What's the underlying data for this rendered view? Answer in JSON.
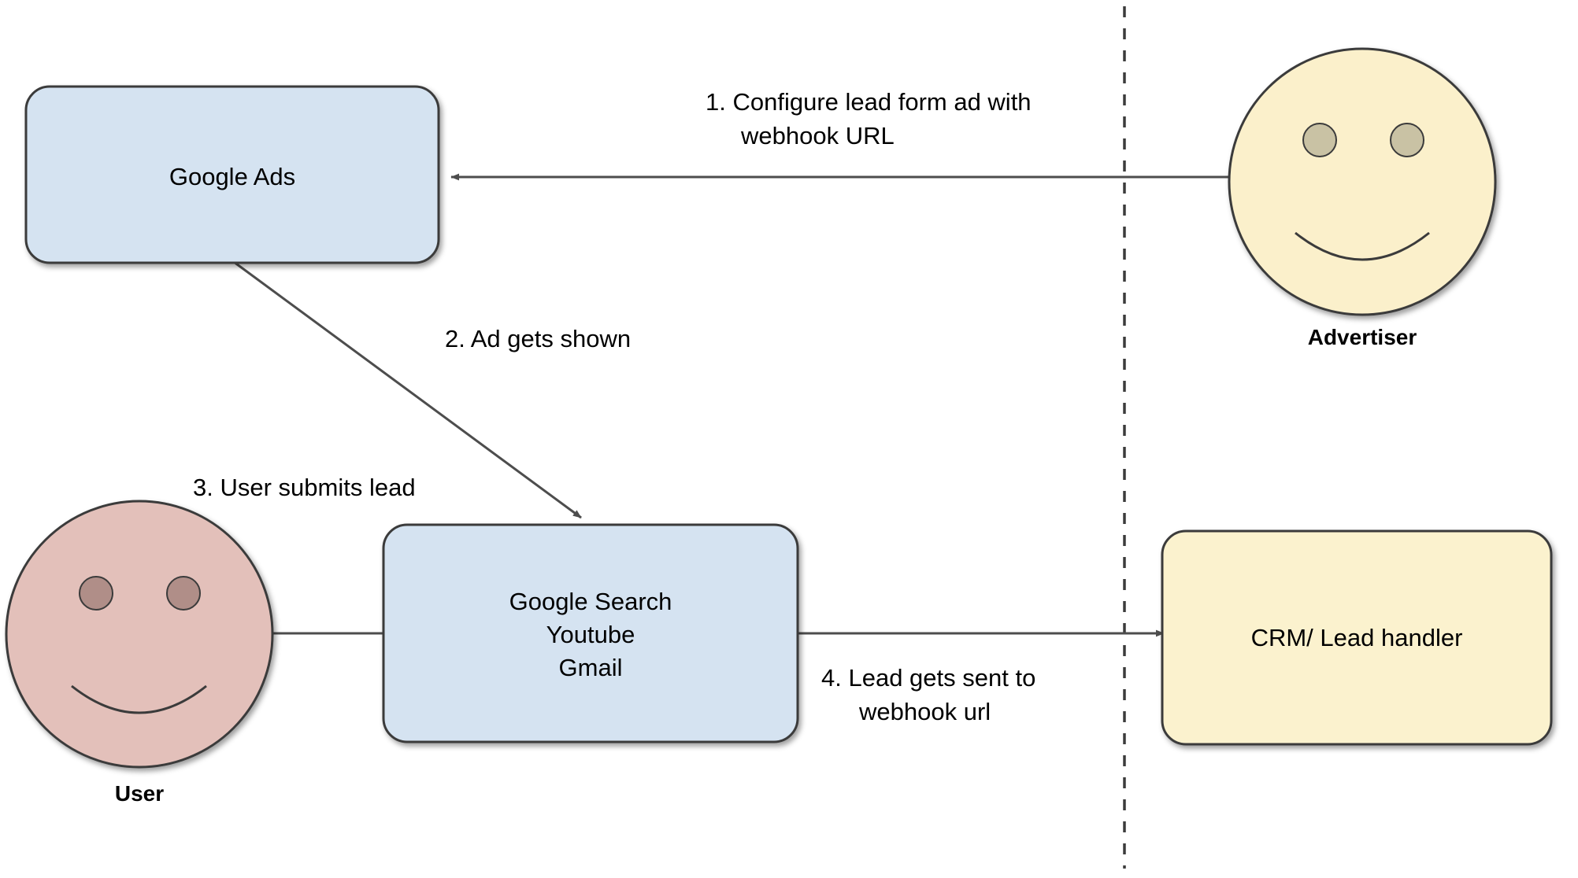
{
  "diagram": {
    "title": "Google Ads lead form webhook flow",
    "colors": {
      "box_blue_fill": "#d5e3f1",
      "box_yellow_fill": "#fbf2ce",
      "face_yellow_fill": "#fbf0cb",
      "face_pink_fill": "#e3c0ba",
      "eye_yellow_fill": "#c9c2a4",
      "eye_pink_fill": "#b08e88",
      "stroke": "#3b3b3b",
      "arrow": "#4d4d4d",
      "background": "#ffffff"
    },
    "nodes": [
      {
        "id": "google-ads",
        "type": "rounded-box",
        "fill": "box_blue_fill",
        "lines": [
          "Google Ads"
        ]
      },
      {
        "id": "google-properties",
        "type": "rounded-box",
        "fill": "box_blue_fill",
        "lines": [
          "Google Search",
          "Youtube",
          "Gmail"
        ]
      },
      {
        "id": "crm-lead-handler",
        "type": "rounded-box",
        "fill": "box_yellow_fill",
        "lines": [
          "CRM/ Lead handler"
        ]
      },
      {
        "id": "advertiser",
        "type": "smiley-actor",
        "fill": "face_yellow_fill",
        "label": "Advertiser"
      },
      {
        "id": "user",
        "type": "smiley-actor",
        "fill": "face_pink_fill",
        "label": "User"
      }
    ],
    "edges": [
      {
        "id": "step-1",
        "from": "advertiser",
        "to": "google-ads",
        "label_lines": [
          "1.  Configure lead form ad with",
          "webhook URL"
        ]
      },
      {
        "id": "step-2",
        "from": "google-ads",
        "to": "google-properties",
        "label_lines": [
          "2.  Ad gets shown"
        ]
      },
      {
        "id": "step-3",
        "from": "user",
        "to": "google-properties",
        "label_lines": [
          "3.  User submits lead"
        ]
      },
      {
        "id": "step-4",
        "from": "google-properties",
        "to": "crm-lead-handler",
        "label_lines": [
          "4.  Lead gets sent to",
          "webhook url"
        ]
      }
    ],
    "divider": {
      "id": "boundary-divider",
      "style": "dashed-vertical"
    }
  },
  "text": {
    "google_ads": "Google Ads",
    "google_search": "Google Search",
    "youtube": "Youtube",
    "gmail": "Gmail",
    "crm": "CRM/ Lead handler",
    "advertiser": "Advertiser",
    "user": "User",
    "step1_line1": "1.  Configure lead form ad with",
    "step1_line2": "webhook URL",
    "step2_line1": "2.  Ad gets shown",
    "step3_line1": "3.  User submits lead",
    "step4_line1": "4.  Lead gets sent to",
    "step4_line2": "webhook url"
  }
}
